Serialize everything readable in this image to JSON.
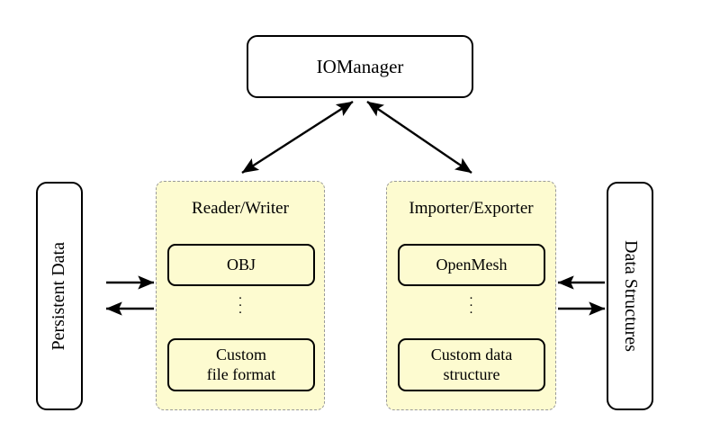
{
  "diagram": {
    "title_node": {
      "label": "IOManager"
    },
    "left_endpoint": {
      "label": "Persistent Data"
    },
    "right_endpoint": {
      "label": "Data Structures"
    },
    "groups": [
      {
        "id": "reader-writer",
        "title": "Reader/Writer",
        "items": [
          {
            "label": "OBJ"
          },
          {
            "label": "Custom\nfile format",
            "line1": "Custom",
            "line2": "file format"
          }
        ],
        "ellipsis": "⋮"
      },
      {
        "id": "importer-exporter",
        "title": "Importer/Exporter",
        "items": [
          {
            "label": "OpenMesh"
          },
          {
            "label": "Custom data\nstructure",
            "line1": "Custom data",
            "line2": "structure"
          }
        ],
        "ellipsis": "⋮"
      }
    ],
    "connections": [
      {
        "name": "iomanager-to-reader-writer",
        "kind": "double-arrow"
      },
      {
        "name": "iomanager-to-importer-exporter",
        "kind": "double-arrow"
      },
      {
        "name": "persistent-data-to-reader-writer",
        "kind": "arrow-right"
      },
      {
        "name": "reader-writer-to-persistent-data",
        "kind": "arrow-left"
      },
      {
        "name": "importer-exporter-to-data-structures",
        "kind": "arrow-left"
      },
      {
        "name": "data-structures-to-importer-exporter",
        "kind": "arrow-right"
      }
    ],
    "colors": {
      "panel_fill": "#fdfbd0",
      "panel_border": "#9a9a9a",
      "node_border": "#000000",
      "node_fill": "#ffffff",
      "background": "#ffffff"
    }
  }
}
